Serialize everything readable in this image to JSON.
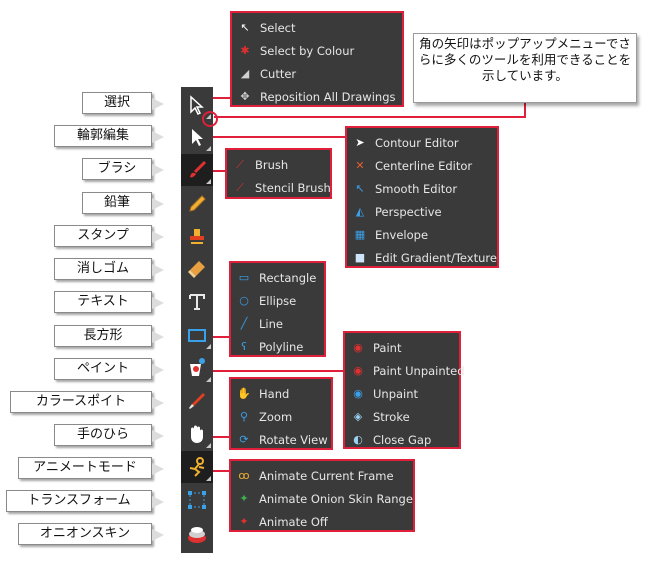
{
  "note": {
    "text": "角の矢印はポップアップメニューでさらに多くのツールを利用できることを示しています。"
  },
  "callouts": [
    {
      "label": "選択"
    },
    {
      "label": "輪郭編集"
    },
    {
      "label": "ブラシ"
    },
    {
      "label": "鉛筆"
    },
    {
      "label": "スタンプ"
    },
    {
      "label": "消しゴム"
    },
    {
      "label": "テキスト"
    },
    {
      "label": "長方形"
    },
    {
      "label": "ペイント"
    },
    {
      "label": "カラースポイト"
    },
    {
      "label": "手のひら"
    },
    {
      "label": "アニメートモード"
    },
    {
      "label": "トランスフォーム"
    },
    {
      "label": "オニオンスキン"
    }
  ],
  "menus": {
    "select": [
      "Select",
      "Select by Colour",
      "Cutter",
      "Reposition All Drawings"
    ],
    "contour": [
      "Contour Editor",
      "Centerline Editor",
      "Smooth Editor",
      "Perspective",
      "Envelope",
      "Edit Gradient/Texture"
    ],
    "brush": [
      "Brush",
      "Stencil Brush"
    ],
    "shape": [
      "Rectangle",
      "Ellipse",
      "Line",
      "Polyline"
    ],
    "paint": [
      "Paint",
      "Paint Unpainted",
      "Unpaint",
      "Stroke",
      "Close Gap"
    ],
    "hand": [
      "Hand",
      "Zoom",
      "Rotate View"
    ],
    "animate": [
      "Animate Current Frame",
      "Animate Onion Skin Range",
      "Animate Off"
    ]
  },
  "colors": {
    "highlight": "#e0203a",
    "toolbar": "#3a3a3a",
    "menu_bg": "#3a3a3a",
    "menu_text": "#e6e6e6"
  }
}
